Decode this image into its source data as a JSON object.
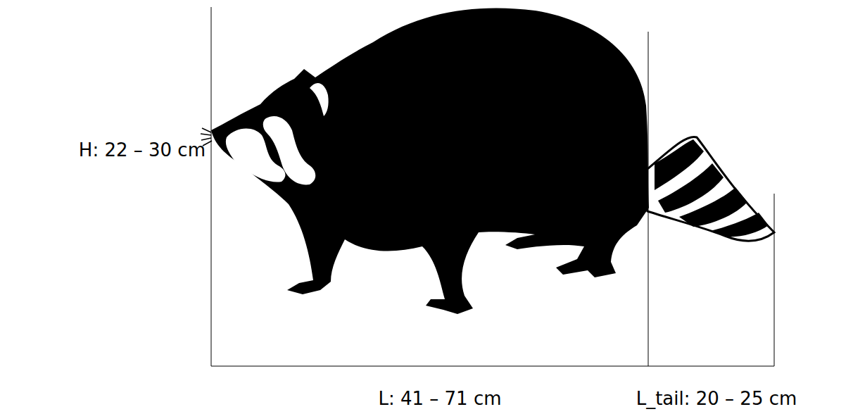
{
  "diagram": {
    "labels": [
      "H: 22 – 30 cm",
      "L: 41 – 71 cm",
      "L_tail: 20 – 25 cm"
    ]
  }
}
